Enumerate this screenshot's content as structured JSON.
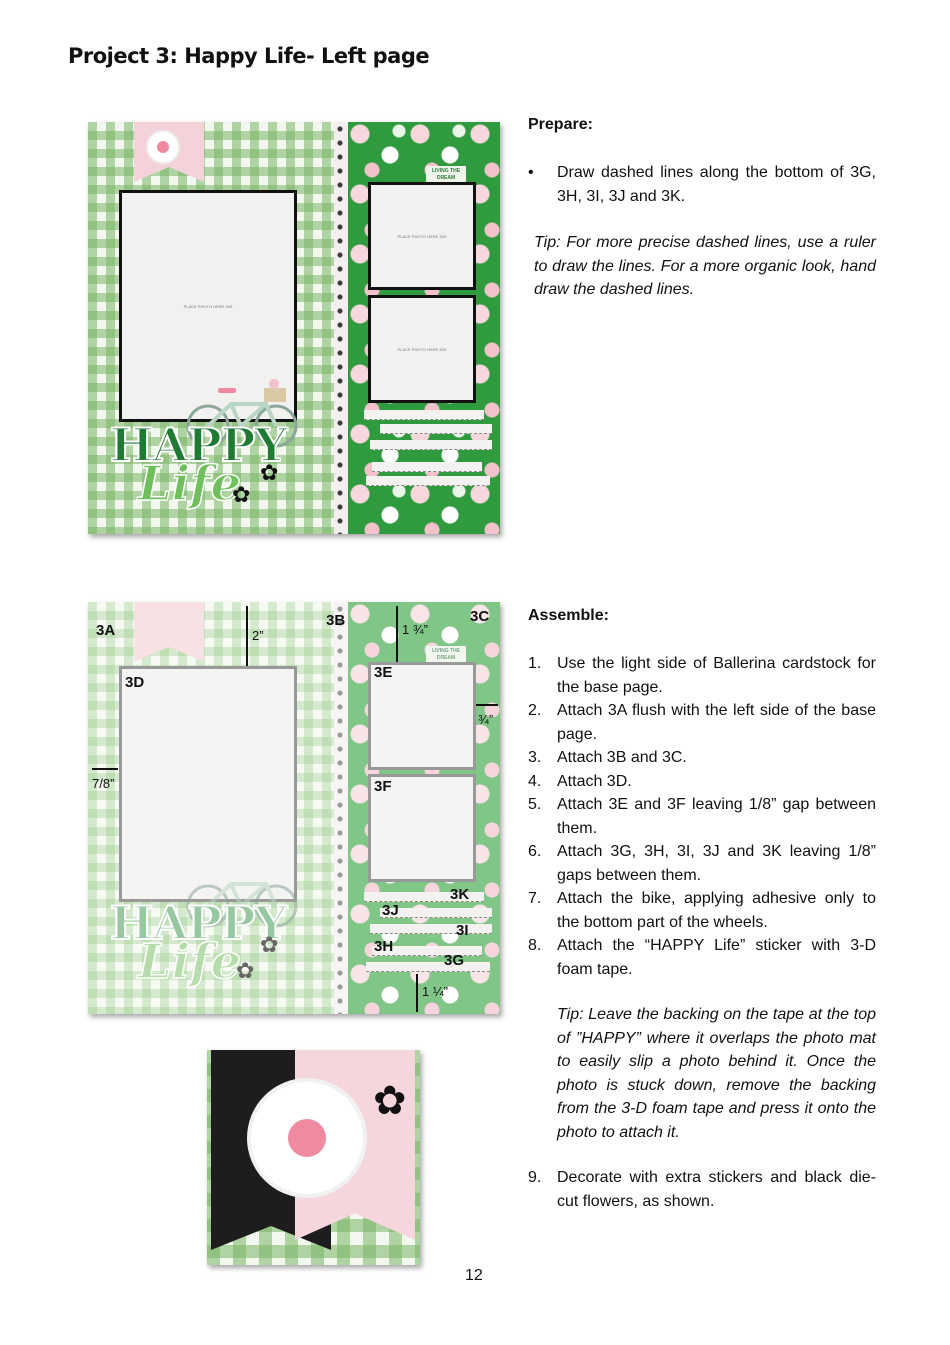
{
  "title": "Project 3: Happy Life- Left page",
  "prepare": {
    "heading": "Prepare:",
    "bullet": "Draw dashed lines along the bottom of 3G, 3H, 3I, 3J and 3K.",
    "tip": "Tip: For more precise dashed lines, use a ruler to draw the lines. For a more organic look, hand draw the dashed lines."
  },
  "assemble": {
    "heading": "Assemble:",
    "steps": [
      {
        "num": "1.",
        "text": "Use the light side of Ballerina cardstock for the base page."
      },
      {
        "num": "2.",
        "text": "Attach 3A flush with the left side of the base page."
      },
      {
        "num": "3.",
        "text": "Attach 3B and 3C."
      },
      {
        "num": "4.",
        "text": "Attach 3D."
      },
      {
        "num": "5.",
        "text": "Attach 3E and 3F leaving 1/8” gap between them."
      },
      {
        "num": "6.",
        "text": "Attach 3G, 3H, 3I, 3J and 3K leaving 1/8” gaps between them."
      },
      {
        "num": "7.",
        "text": "Attach the bike, applying adhesive only to the bottom part of the wheels."
      },
      {
        "num": "8.",
        "text": "Attach the “HAPPY Life” sticker with 3-D foam tape."
      }
    ],
    "tip": "Tip: Leave the backing on the tape at the top of ”HAPPY” where it overlaps the photo mat to easily slip a photo behind it. Once the photo is stuck down, remove the backing from the 3-D foam tape and press it onto the photo to attach it.",
    "final_step": {
      "num": "9.",
      "text": "Decorate with extra stickers and black die-cut flowers, as shown."
    }
  },
  "layout_image": {
    "happy": "HAPPY",
    "life": "Life",
    "tag": "LIVING THE DREAM",
    "photo_large": "PLACE PHOTO HERE 3X5",
    "photo_small_1": "PLACE PHOTO HERE 3X3",
    "photo_small_2": "PLACE PHOTO HERE 3X3"
  },
  "diagram": {
    "labels": {
      "a": "3A",
      "b": "3B",
      "c": "3C",
      "d": "3D",
      "e": "3E",
      "f": "3F",
      "g": "3G",
      "h": "3H",
      "i": "3I",
      "j": "3J",
      "k": "3K"
    },
    "dims": {
      "top": "2”",
      "b_top": "1 ¾”",
      "right": "¾”",
      "left": "7/8”",
      "bottom": "1 ¼”"
    }
  },
  "page_number": "12"
}
